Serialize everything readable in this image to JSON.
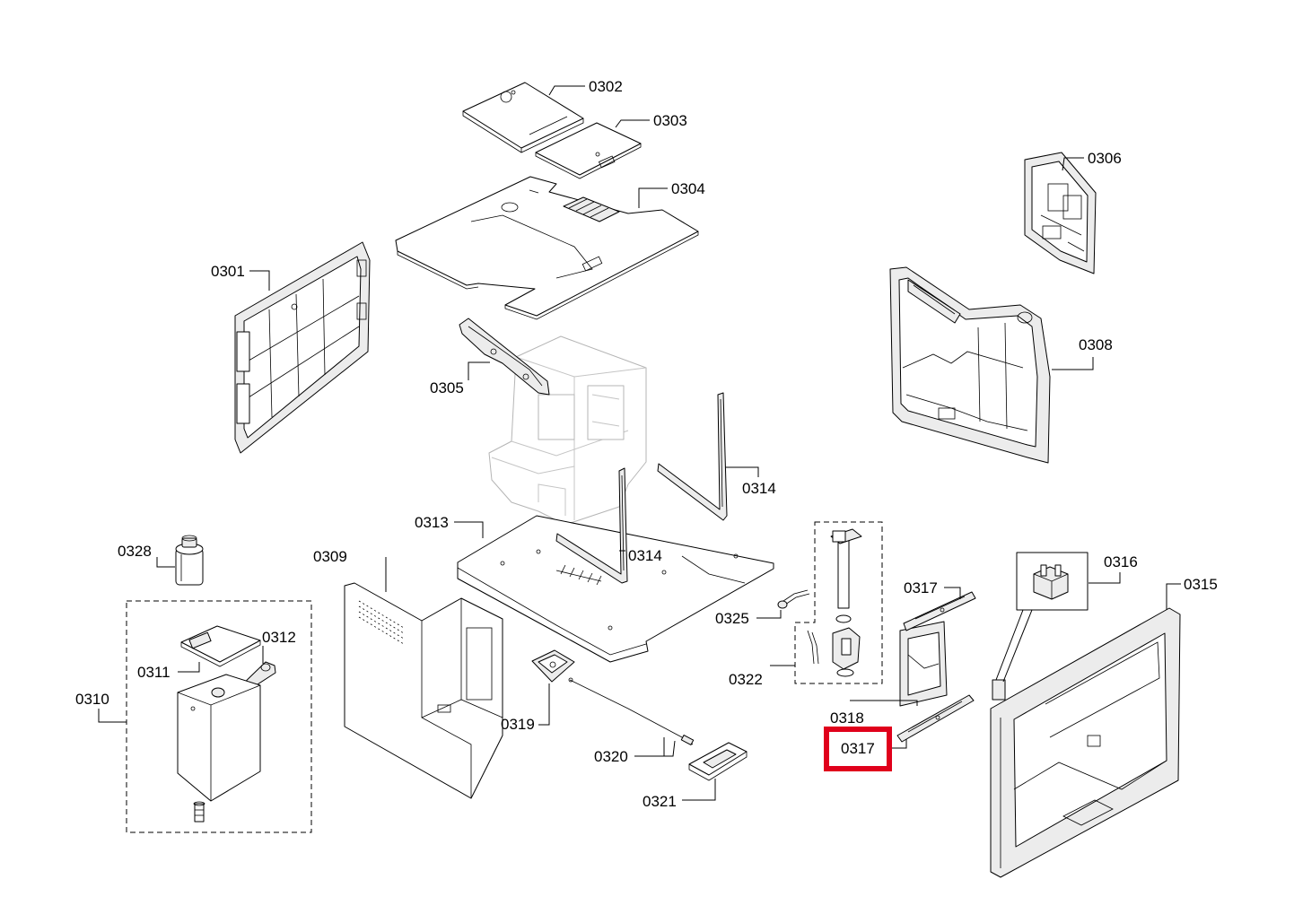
{
  "callouts": [
    "0302",
    "0303",
    "0304",
    "0306",
    "0301",
    "0308",
    "0305",
    "0314",
    "0313",
    "0314",
    "0328",
    "0309",
    "0316",
    "0317",
    "0315",
    "0325",
    "0312",
    "0311",
    "0322",
    "0310",
    "0318",
    "0319",
    "0317",
    "0320",
    "0321"
  ],
  "highlighted_callout": "0317",
  "colors": {
    "line": "#000000",
    "highlight": "#e0001b",
    "background": "#ffffff",
    "faint_chassis": "#b5b5b5"
  }
}
